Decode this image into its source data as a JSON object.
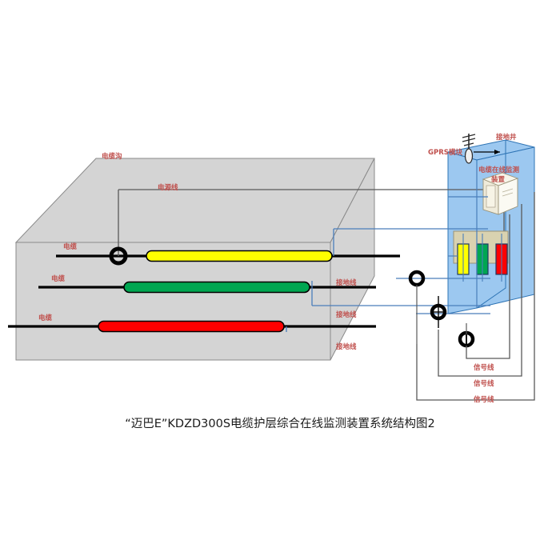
{
  "figure": {
    "title": "“迈巴E”KDZD300S电缆护层综合在线监测装置系统结构图2",
    "background_color": "#ffffff"
  },
  "colors": {
    "trench_fill": "#d4d4d4",
    "trench_stroke": "#8a8a8a",
    "well_fill": "#9cc8f0",
    "well_stroke": "#2e74b5",
    "label_red": "#c0504d",
    "wire_blue": "#4a7ebb",
    "wire_black": "#000000",
    "wire_gray": "#595959",
    "cable_yellow": "#ffff00",
    "cable_green": "#00a651",
    "cable_red": "#ff0000",
    "panel_beige": "#d9d2b0",
    "device_cream": "#f2efe4"
  },
  "labels": {
    "cable_trench": "电缆沟",
    "power_line": "电源线",
    "grounding_well": "接地井",
    "gprs_module": "GPRS模块",
    "monitor_device_line1": "电缆在线监测",
    "monitor_device_line2": "装置",
    "cable_1": "电缆",
    "cable_2": "电缆",
    "cable_3": "电缆",
    "ground_wire_1": "接地线",
    "ground_wire_2": "接地线",
    "ground_wire_3": "接地线",
    "signal_line_1": "信号线",
    "signal_line_2": "信号线",
    "signal_line_3": "信号线"
  },
  "cables": [
    {
      "name": "cable-yellow",
      "color": "#ffff00",
      "label": "电缆"
    },
    {
      "name": "cable-green",
      "color": "#00a651",
      "label": "电缆"
    },
    {
      "name": "cable-red",
      "color": "#ff0000",
      "label": "电缆"
    }
  ],
  "terminals": [
    {
      "name": "terminal-yellow",
      "color": "#ffff00"
    },
    {
      "name": "terminal-green",
      "color": "#00a651"
    },
    {
      "name": "terminal-red",
      "color": "#ff0000"
    }
  ],
  "sensors": [
    {
      "name": "ct-sensor-trench",
      "type": "ring"
    },
    {
      "name": "ct-sensor-well-upper",
      "type": "ring"
    },
    {
      "name": "ct-sensor-well-mid",
      "type": "ring-cross"
    },
    {
      "name": "ct-sensor-well-lower",
      "type": "ring-bar"
    }
  ],
  "icons": {
    "antenna": "antenna-icon",
    "cabinet": "cabinet-icon"
  }
}
